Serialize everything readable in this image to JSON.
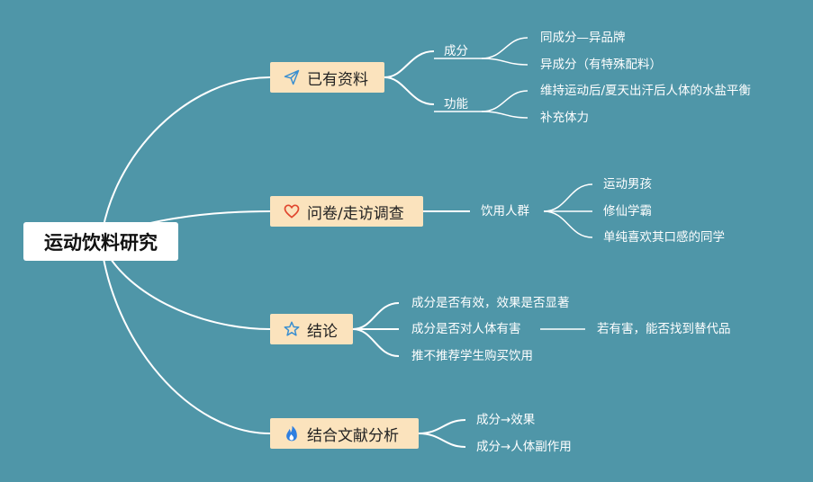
{
  "root": {
    "label": "运动饮料研究"
  },
  "branches": [
    {
      "label": "已有资料",
      "icon": "paper-plane-icon",
      "children": [
        {
          "label": "成分",
          "children": [
            {
              "label": "同成分—异品牌"
            },
            {
              "label": "异成分（有特殊配料）"
            }
          ]
        },
        {
          "label": "功能",
          "children": [
            {
              "label": "维持运动后/夏天出汗后人体的水盐平衡"
            },
            {
              "label": "补充体力"
            }
          ]
        }
      ]
    },
    {
      "label": "问卷/走访调查",
      "icon": "heart-icon",
      "children": [
        {
          "label": "饮用人群",
          "children": [
            {
              "label": "运动男孩"
            },
            {
              "label": "修仙学霸"
            },
            {
              "label": "单纯喜欢其口感的同学"
            }
          ]
        }
      ]
    },
    {
      "label": "结论",
      "icon": "star-icon",
      "children": [
        {
          "label": "成分是否有效，效果是否显著"
        },
        {
          "label": "成分是否对人体有害",
          "children": [
            {
              "label": "若有害，能否找到替代品"
            }
          ]
        },
        {
          "label": "推不推荐学生购买饮用"
        }
      ]
    },
    {
      "label": "结合文献分析",
      "icon": "flame-icon",
      "children": [
        {
          "label": "成分→效果"
        },
        {
          "label": "成分→人体副作用"
        }
      ]
    }
  ],
  "colors": {
    "background": "#4f96a8",
    "branch_fill": "#fbe3bd",
    "root_fill": "#ffffff",
    "line": "#ffffff",
    "icon_blue": "#3a8fd0",
    "icon_red": "#e0462e",
    "icon_flame": "#2f7fe0"
  }
}
